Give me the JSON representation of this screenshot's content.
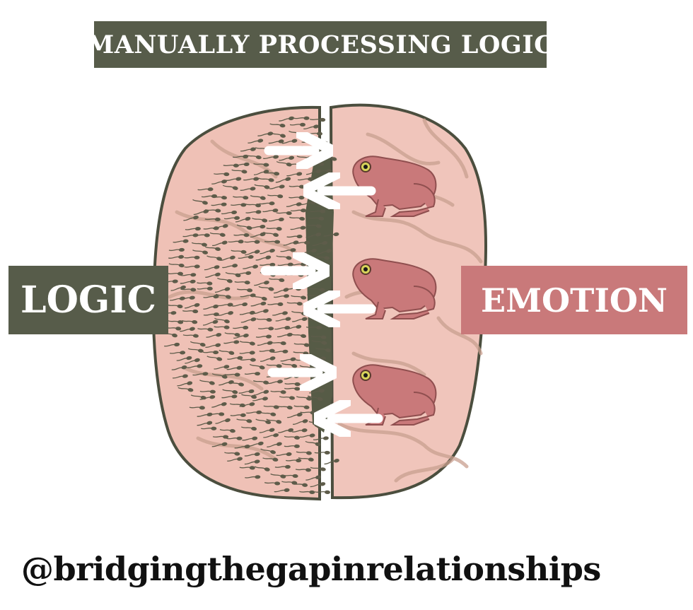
{
  "title": "MANUALLY PROCESSING LOGIC",
  "labels": {
    "logic": "LOGIC",
    "emotion": "EMOTION"
  },
  "handle": "@bridgingthegapinrelationships",
  "colors": {
    "logic_box": "#575c4a",
    "emotion_box": "#c9797a",
    "brain_fill": "#efc1b6",
    "brain_outline": "#4b4e3e",
    "gap": "#565b46",
    "frog": "#c9797a",
    "tadpole": "#5e5c4a",
    "arrow": "#ffffff"
  },
  "icons": [
    "brain-icon",
    "frog-icon",
    "tadpole-icon",
    "arrow-icon"
  ],
  "frog_count": 3,
  "arrow_count": 6
}
